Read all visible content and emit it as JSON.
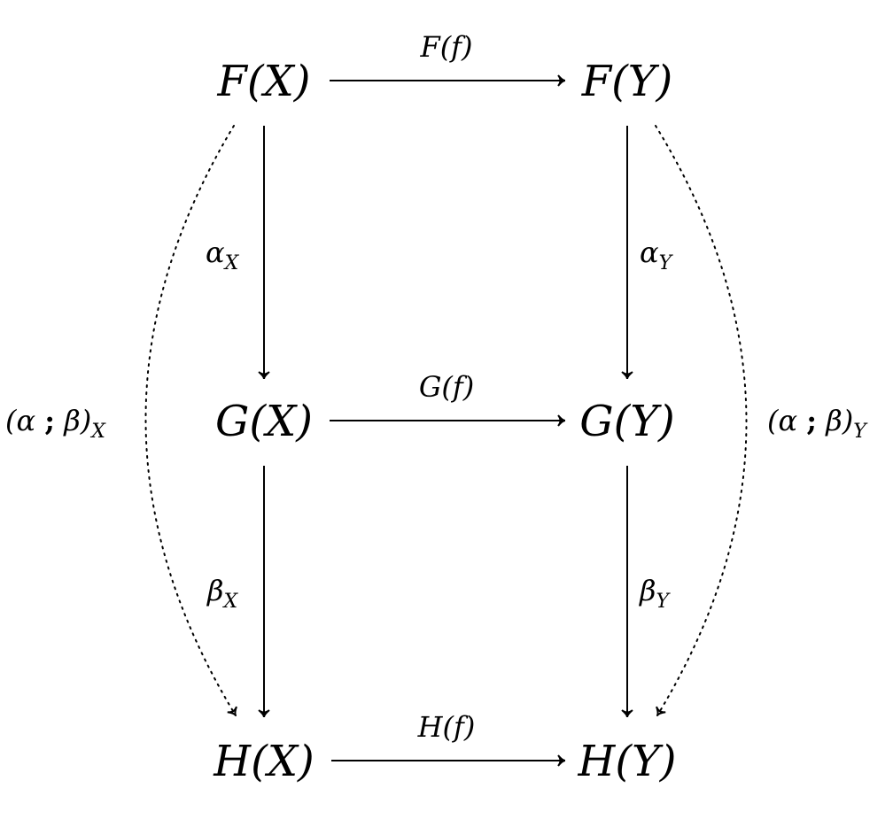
{
  "nodes": {
    "fx": "F(X)",
    "fy": "F(Y)",
    "gx": "G(X)",
    "gy": "G(Y)",
    "hx": "H(X)",
    "hy": "H(Y)"
  },
  "labels": {
    "ff": "F(f)",
    "gf": "G(f)",
    "hf": "H(f)",
    "alpha_x": {
      "main": "α",
      "sub": "X"
    },
    "alpha_y": {
      "main": "α",
      "sub": "Y"
    },
    "beta_x": {
      "main": "β",
      "sub": "X"
    },
    "beta_y": {
      "main": "β",
      "sub": "Y"
    },
    "comp_x": {
      "open": "(α ",
      "semi": ";",
      "close": " β)",
      "sub": "X"
    },
    "comp_y": {
      "open": "(α ",
      "semi": ";",
      "close": " β)",
      "sub": "Y"
    }
  }
}
